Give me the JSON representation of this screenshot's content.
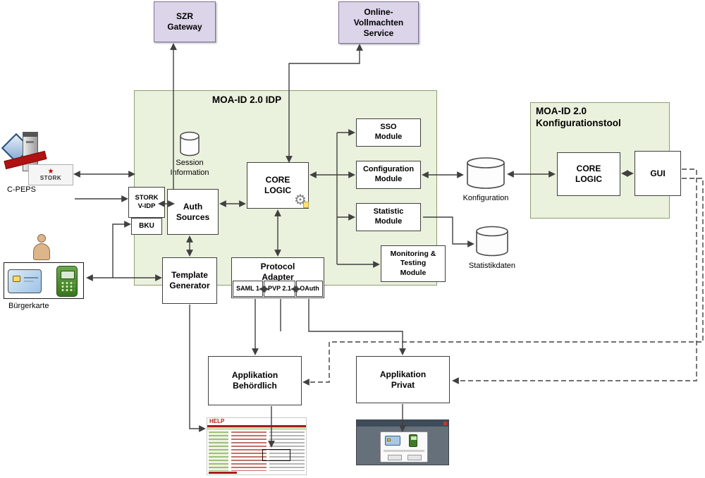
{
  "diagram": {
    "external_services": {
      "szr_gateway": "SZR\nGateway",
      "online_vollmachten_service": "Online-\nVollmachten\nService"
    },
    "idp": {
      "title": "MOA-ID 2.0 IDP",
      "session_store": "Session\nInformation",
      "core_logic": "CORE\nLOGIC",
      "stork_vidp": "STORK\nV-IDP",
      "bku": "BKU",
      "auth_sources": "Auth\nSources",
      "template_generator": "Template\nGenerator",
      "protocol_adapter": "Protocol\nAdapter",
      "protocols": [
        "SAML 1",
        "PVP 2.1",
        "OAuth"
      ],
      "modules": [
        "SSO\nModule",
        "Configuration\nModule",
        "Statistic\nModule",
        "Monitoring &\nTesting\nModule"
      ]
    },
    "konfigtool": {
      "title": "MOA-ID 2.0\nKonfigurationstool",
      "core_logic": "CORE\nLOGIC",
      "gui": "GUI"
    },
    "datastores": {
      "konfiguration": "Konfiguration",
      "statistikdaten": "Statistikdaten"
    },
    "clients": {
      "c_peps": "C-PEPS",
      "stork_badge": "STORK",
      "buergerkarte": "Bürgerkarte"
    },
    "applications": {
      "behoerdlich": "Applikation\nBehördlich",
      "privat": "Applikation\nPrivat"
    },
    "screenshots": {
      "help_portal_logo": "HELP"
    },
    "colors": {
      "idp_fill": "#eaf1dd",
      "idp_border": "#8f9e73",
      "external_fill": "#dcd5ea",
      "external_border": "#7c6f98",
      "node_fill": "#ffffff",
      "node_border": "#3f3f3f",
      "connector": "#404040",
      "accent_red": "#c00000"
    }
  }
}
